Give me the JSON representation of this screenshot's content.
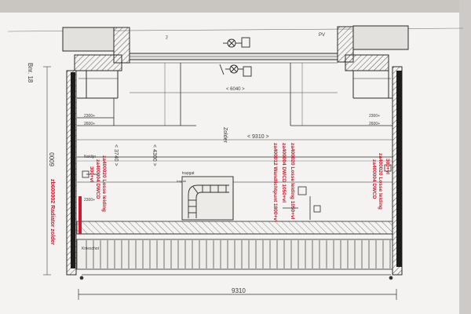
{
  "labels": {
    "side_ref": "Bnr. 18",
    "height_6000": "6000",
    "room_name": "Zolder",
    "dim_total": "< 9310 >",
    "dim_upper": "< 6040 >",
    "dim_left": "< 3740 >",
    "dim_mid": "< 4300 >",
    "dim_bottom": "9310",
    "level_2300_a": "2300+",
    "level_2600_a": "2600+",
    "level_2300_b": "2300+",
    "level_2600_b": "2600+",
    "level_2300_c": "2300+",
    "knieschot": "Knieschot",
    "nokline": "Noklijn",
    "stair_label": "trapgat",
    "stair_arrow": "trapluk",
    "pv_label": "PV",
    "rad_code": "zb600002 Radiator zolder",
    "left_group": [
      "za400020 Losse leiding",
      "za400004 DWCD",
      "300+vl"
    ],
    "mid_group": [
      "za400020 Losse leiding 1050+vl",
      "za400004 DWCD 1050+vl",
      "za400012 Wandlichtpunt 1800+vl"
    ],
    "right_group": [
      "za400020 Losse leiding",
      "za400004 DWCD",
      "300+vl"
    ]
  },
  "colors": {
    "paper": "#f4f3f1",
    "line": "#2b2b2b",
    "annotation": "#c8182e"
  }
}
